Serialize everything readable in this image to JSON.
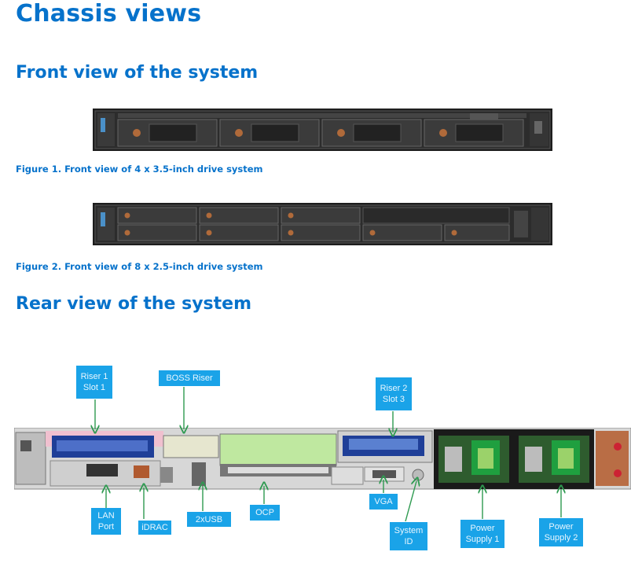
{
  "headings": {
    "chassis": "Chassis views",
    "front": "Front view of the system",
    "rear": "Rear view of the system"
  },
  "figures": {
    "fig1_caption": "Figure 1. Front view of 4 x 3.5-inch drive system",
    "fig2_caption": "Figure 2. Front view of 8 x 2.5-inch drive system"
  },
  "rear_labels": {
    "riser1": [
      "Riser 1",
      "Slot 1"
    ],
    "boss": "BOSS Riser",
    "riser2": [
      "Riser 2",
      "Slot 3"
    ],
    "lan": [
      "LAN",
      "Port"
    ],
    "idrac": "iDRAC",
    "usb": "2xUSB",
    "ocp": "OCP",
    "vga": "VGA",
    "sysid": [
      "System",
      "ID"
    ],
    "psu1": [
      "Power",
      "Supply 1"
    ],
    "psu2": [
      "Power",
      "Supply 2"
    ]
  },
  "colors": {
    "heading": "#0672cb",
    "label_bg": "#1aa3e8",
    "arrow": "#2e9a50"
  }
}
